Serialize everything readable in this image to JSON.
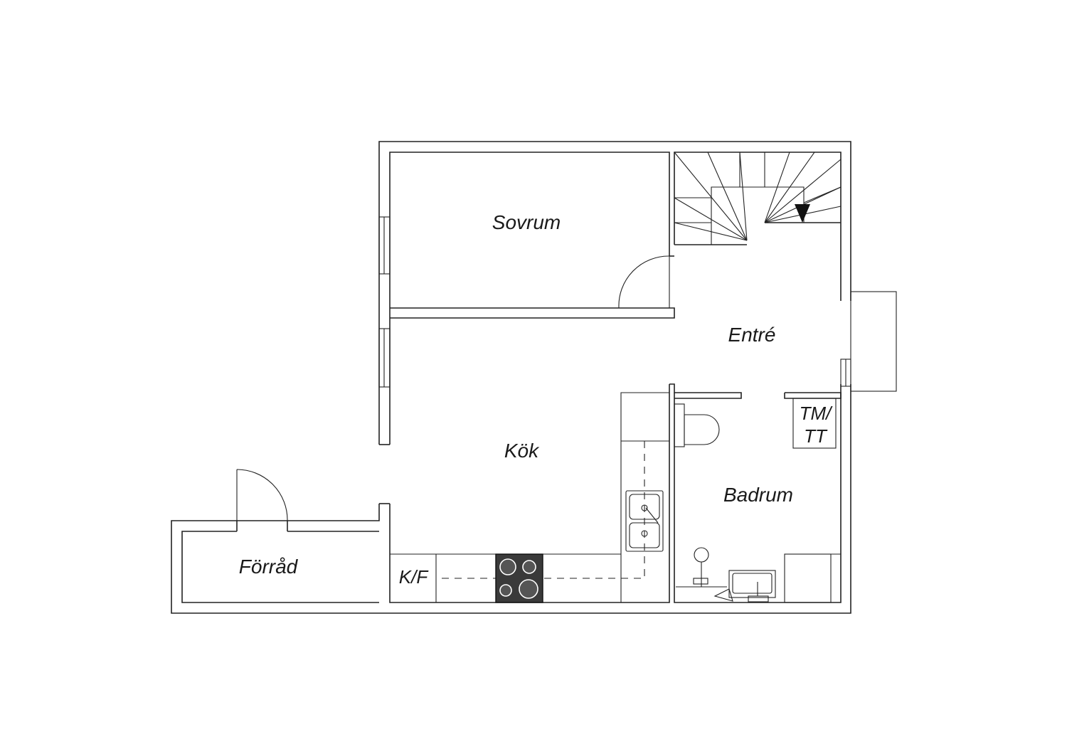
{
  "rooms": {
    "sovrum": "Sovrum",
    "entre": "Entré",
    "kok": "Kök",
    "badrum": "Badrum",
    "forrad": "Förråd"
  },
  "fixtures": {
    "kf": "K/F",
    "tmtt_line1": "TM/",
    "tmtt_line2": "TT"
  },
  "colors": {
    "line": "#222222",
    "stove": "#3a3a3a",
    "background": "#ffffff"
  }
}
